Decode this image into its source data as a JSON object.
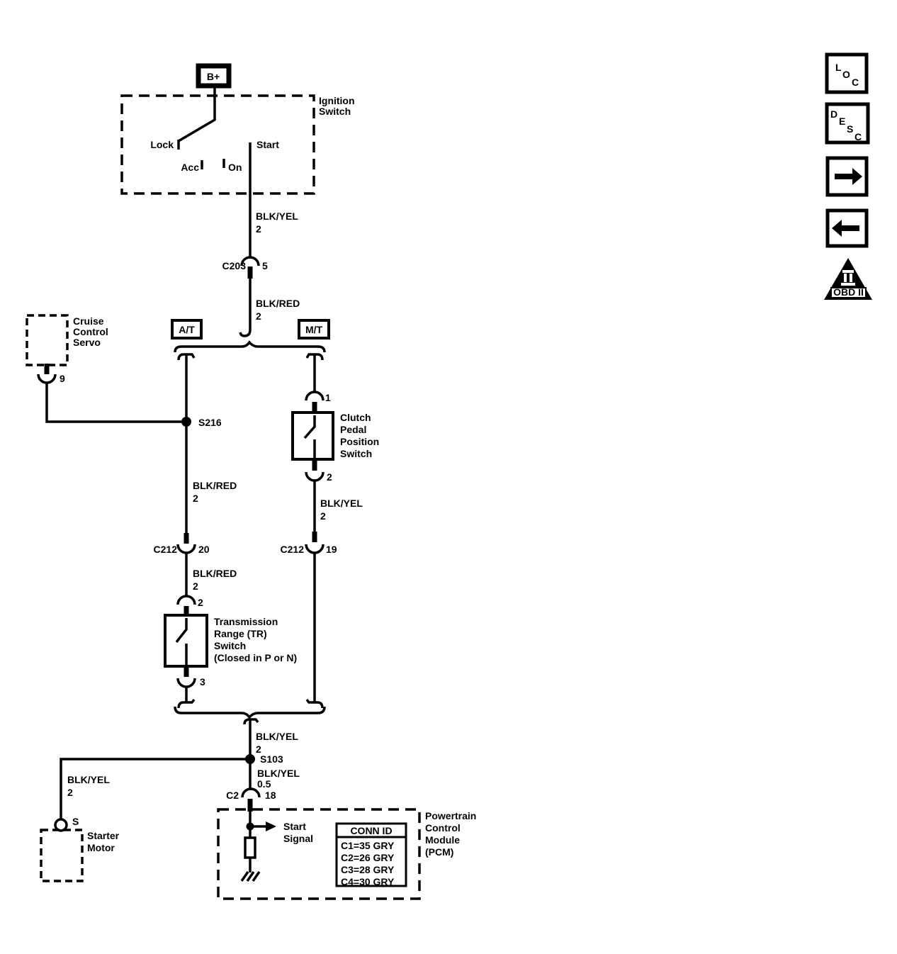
{
  "battery": {
    "label": "B+"
  },
  "ignition": {
    "name": [
      "Ignition",
      "Switch"
    ],
    "positions": {
      "lock": "Lock",
      "acc": "Acc",
      "on": "On",
      "start": "Start"
    }
  },
  "branch_tags": {
    "at": "A/T",
    "mt": "M/T"
  },
  "wires": {
    "ign_to_c203": {
      "color": "BLK/YEL",
      "gauge": "2"
    },
    "c203_to_split": {
      "color": "BLK/RED",
      "gauge": "2"
    },
    "s216_to_c212": {
      "color": "BLK/RED",
      "gauge": "2"
    },
    "c212_to_tr": {
      "color": "BLK/RED",
      "gauge": "2"
    },
    "clutch_to_c212": {
      "color": "BLK/YEL",
      "gauge": "2"
    },
    "merge_to_s103": {
      "color": "BLK/YEL",
      "gauge": "2"
    },
    "s103_to_pcm": {
      "color": "BLK/YEL",
      "gauge": "0.5"
    },
    "s103_to_starter": {
      "color": "BLK/YEL",
      "gauge": "2"
    }
  },
  "connectors": {
    "c203": {
      "name": "C203",
      "pin": "5"
    },
    "cruise_pin": "9",
    "c212_at": {
      "name": "C212",
      "pin": "20"
    },
    "tr_top_pin": "2",
    "tr_bottom_pin": "3",
    "clutch_top_pin": "1",
    "clutch_bottom_pin": "2",
    "c212_mt": {
      "name": "C212",
      "pin": "19"
    },
    "c2": {
      "name": "C2",
      "pin": "18"
    },
    "starter_terminal": "S"
  },
  "splices": {
    "s216": "S216",
    "s103": "S103"
  },
  "components": {
    "cruise_servo": [
      "Cruise",
      "Control",
      "Servo"
    ],
    "clutch_switch": [
      "Clutch",
      "Pedal",
      "Position",
      "Switch"
    ],
    "tr_switch": [
      "Transmission",
      "Range (TR)",
      "Switch",
      "(Closed in P or N)"
    ],
    "starter_motor": [
      "Starter",
      "Motor"
    ],
    "pcm_name": [
      "Powertrain",
      "Control",
      "Module",
      "(PCM)"
    ]
  },
  "pcm": {
    "signal": [
      "Start",
      "Signal"
    ],
    "conn_table": {
      "header": "CONN ID",
      "rows": [
        "C1=35 GRY",
        "C2=26 GRY",
        "C3=28 GRY",
        "C4=30 GRY"
      ]
    }
  },
  "toolbar": {
    "loc_letters": [
      "L",
      "O",
      "C"
    ],
    "desc_letters": [
      "D",
      "E",
      "S",
      "C"
    ],
    "obd_label": "OBD II"
  },
  "colors": {
    "ink": "#000000",
    "paper": "#ffffff"
  }
}
